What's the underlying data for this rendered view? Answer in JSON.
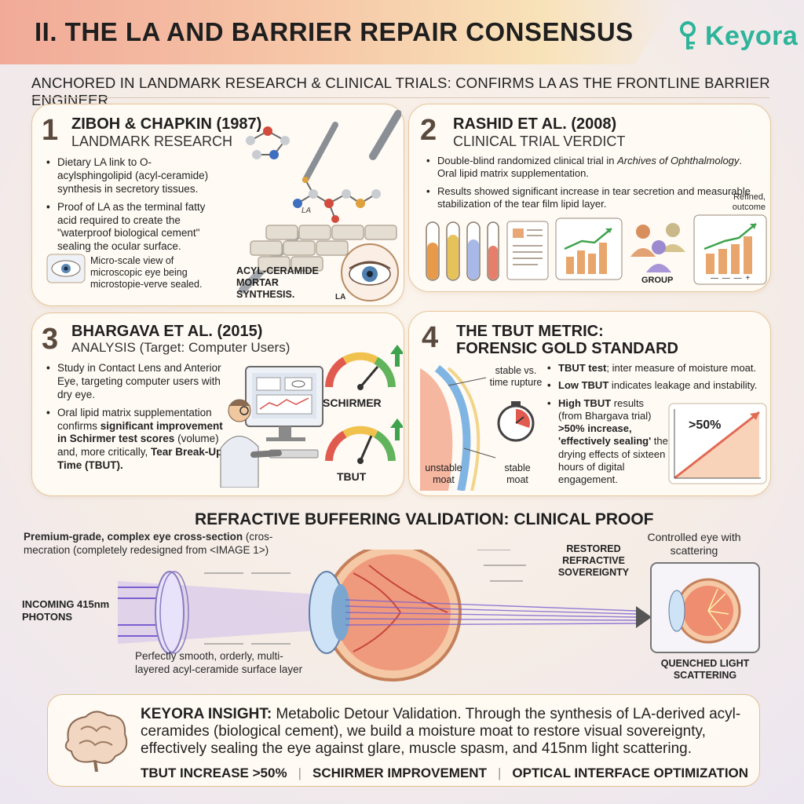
{
  "header": {
    "title": "II. THE LA AND BARRIER REPAIR CONSENSUS",
    "logo": "Keyora",
    "subtitle": "ANCHORED IN LANDMARK RESEARCH & CLINICAL TRIALS: CONFIRMS LA AS THE FRONTLINE BARRIER ENGINEER."
  },
  "colors": {
    "accent_teal": "#2db49a",
    "card_border": "#e6c79a",
    "header_start": "#f1aa98",
    "header_end": "#f8e2b8",
    "beam_purple": "#8b6fd6",
    "green_up": "#3fa34d"
  },
  "card1": {
    "number": "1",
    "title": "ZIBOH & CHAPKIN (1987)",
    "subtitle": "LANDMARK RESEARCH",
    "bullets": [
      "Dietary LA link to O-acylsphingolipid (acyl-ceramide) synthesis in secretory tissues.",
      "Proof of LA as the terminal fatty acid required to create the \"waterproof biological cement\" sealing the ocular surface."
    ],
    "inset_caption": "Micro-scale view of microscopic eye being microstopie-verve sealed.",
    "mortar_label": "ACYL-CERAMIDE MORTAR SYNTHESIS.",
    "la_label": "LA",
    "la_small": "LA",
    "icon": "molecule-icon"
  },
  "card2": {
    "number": "2",
    "title": "RASHID ET AL. (2008)",
    "subtitle": "CLINICAL TRIAL VERDICT",
    "bullet1_a": "Double-blind randomized clinical trial in ",
    "bullet1_italic": "Archives of Ophthalmology",
    "bullet1_b": ". Oral lipid matrix supplementation.",
    "bullet2": "Results showed significant increase in tear secretion and measurable stabilization of the tear film lipid layer.",
    "note": "Refined, outcome",
    "group_label": "GROUP",
    "axis_signs": "— — — +"
  },
  "card3": {
    "number": "3",
    "title": "BHARGAVA ET AL. (2015)",
    "subtitle": "ANALYSIS (Target: Computer Users)",
    "bullet1": "Study in Contact Lens and Anterior Eye, targeting computer users with dry eye.",
    "bullet2_a": "Oral lipid matrix supplementation confirms ",
    "bullet2_b1": "significant improvement in Schirmer test scores",
    "bullet2_c": " (volume) and, more critically, ",
    "bullet2_b2": "Tear Break-Up Time (TBUT).",
    "gauge1": "SCHIRMER",
    "gauge2": "TBUT"
  },
  "card4": {
    "number": "4",
    "title_line1": "THE TBUT METRIC:",
    "title_line2": "FORENSIC GOLD STANDARD",
    "label_stable_vs": "stable vs. time rupture",
    "label_unstable": "unstable moat",
    "label_stable": "stable moat",
    "bullet1_b": "TBUT test",
    "bullet1": "; inter measure of moisture moat.",
    "bullet2_b": "Low TBUT",
    "bullet2": " indicates leakage and instability.",
    "bullet3_b1": "High TBUT",
    "bullet3_a": " results (from Bhargava trial) ",
    "bullet3_b2": ">50% increase, 'effectively sealing'",
    "bullet3_c": " the drying effects of sixteen hours of digital engagement.",
    "chart_label": ">50%"
  },
  "refractive": {
    "title": "REFRACTIVE BUFFERING VALIDATION: CLINICAL PROOF",
    "note_bold": "Premium-grade, complex eye cross-section",
    "note_rest": " (cros-mecration (completely redesigned from <IMAGE 1>)",
    "incoming": "INCOMING 415nm PHOTONS",
    "surface_note": "Perfectly smooth, orderly, multi-layered acyl-ceramide surface layer",
    "restored": "RESTORED REFRACTIVE SOVEREIGNTY",
    "controlled": "Controlled eye with scattering",
    "quenched": "QUENCHED LIGHT SCATTERING"
  },
  "insight": {
    "heading": "KEYORA INSIGHT:",
    "body": "Metabolic Detour Validation. Through the synthesis of LA-derived acyl-ceramides (biological cement), we build a moisture moat to restore visual sovereignty, effectively sealing the eye against glare, muscle spasm, and 415nm light scattering.",
    "footer": [
      "TBUT INCREASE >50%",
      "SCHIRMER IMPROVEMENT",
      "OPTICAL INTERFACE OPTIMIZATION"
    ],
    "icon": "brain-icon"
  }
}
